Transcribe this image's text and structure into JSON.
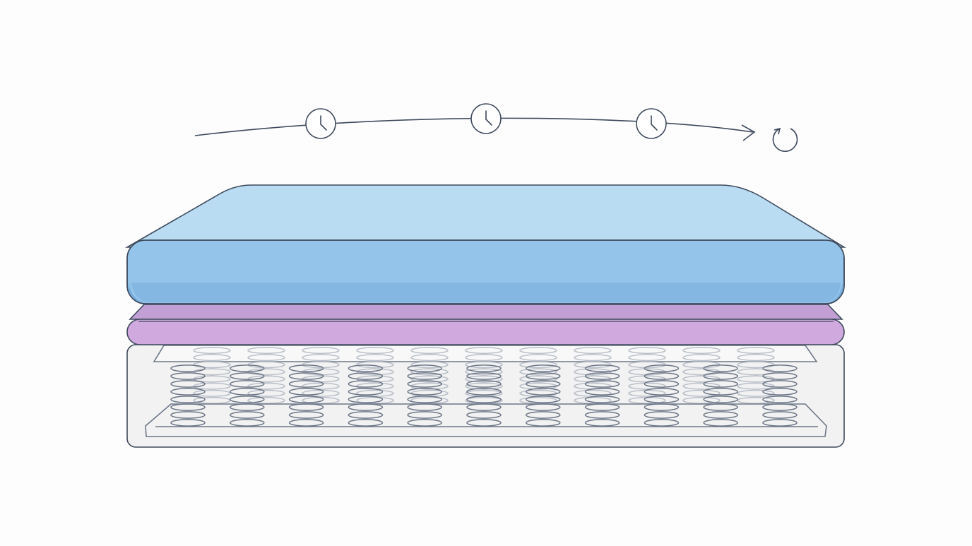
{
  "diagram": {
    "timeline": {
      "markers": [
        {
          "icon": "clock-icon"
        },
        {
          "icon": "clock-icon"
        },
        {
          "icon": "clock-icon"
        }
      ],
      "end_icon": "refresh-icon",
      "arrow": "arrow-right"
    },
    "mattress": {
      "layers": [
        {
          "name": "top-foam-layer",
          "color_top": "#b9dcf3",
          "color_front": "#94c4e9",
          "color_shadow": "#76aedd"
        },
        {
          "name": "comfort-layer",
          "color_top": "#c29fd4",
          "color_front": "#d0aade"
        },
        {
          "name": "coil-base",
          "color_fill": "#f2f2f2"
        }
      ],
      "coil_rows": 2,
      "coil_columns": 11
    },
    "colors": {
      "outline": "#3e4a5c",
      "coil": "#6d7788",
      "coil_faded": "#b3b9c4",
      "background": "#fdfdfd"
    }
  }
}
